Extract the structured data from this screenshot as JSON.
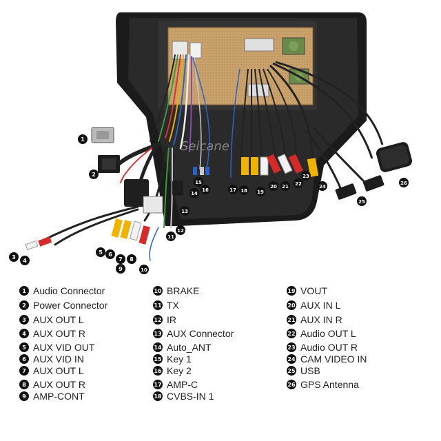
{
  "watermark": "Seicane",
  "legend": [
    {
      "n": "1",
      "label": "Audio Connector"
    },
    {
      "n": "2",
      "label": "Power Connector"
    },
    {
      "n": "3",
      "label": "AUX OUT L"
    },
    {
      "n": "4",
      "label": "AUX OUT R"
    },
    {
      "n": "5",
      "label": "AUX VID OUT"
    },
    {
      "n": "6",
      "label": "AUX VID IN"
    },
    {
      "n": "7",
      "label": "AUX OUT L"
    },
    {
      "n": "8",
      "label": "AUX OUT R"
    },
    {
      "n": "9",
      "label": "AMP-CONT"
    },
    {
      "n": "10",
      "label": "BRAKE"
    },
    {
      "n": "11",
      "label": "TX"
    },
    {
      "n": "12",
      "label": "IR"
    },
    {
      "n": "13",
      "label": "AUX Connector"
    },
    {
      "n": "14",
      "label": "Auto_ANT"
    },
    {
      "n": "15",
      "label": "Key 1"
    },
    {
      "n": "16",
      "label": "Key 2"
    },
    {
      "n": "17",
      "label": "AMP-C"
    },
    {
      "n": "18",
      "label": "CVBS-IN 1"
    },
    {
      "n": "19",
      "label": "VOUT"
    },
    {
      "n": "20",
      "label": "AUX IN L"
    },
    {
      "n": "21",
      "label": "AUX IN R"
    },
    {
      "n": "22",
      "label": "Audio OUT L"
    },
    {
      "n": "23",
      "label": "Audio OUT R"
    },
    {
      "n": "24",
      "label": "CAM VIDEO IN"
    },
    {
      "n": "25",
      "label": "USB"
    },
    {
      "n": "26",
      "label": "GPS Antenna"
    }
  ],
  "colors": {
    "frame": "#1a1a1a",
    "board": "#c8a06a",
    "rca_red": "#d42a2a",
    "rca_yellow": "#f0b400",
    "rca_white": "#f2f2f2",
    "wire_dark": "#222222"
  }
}
